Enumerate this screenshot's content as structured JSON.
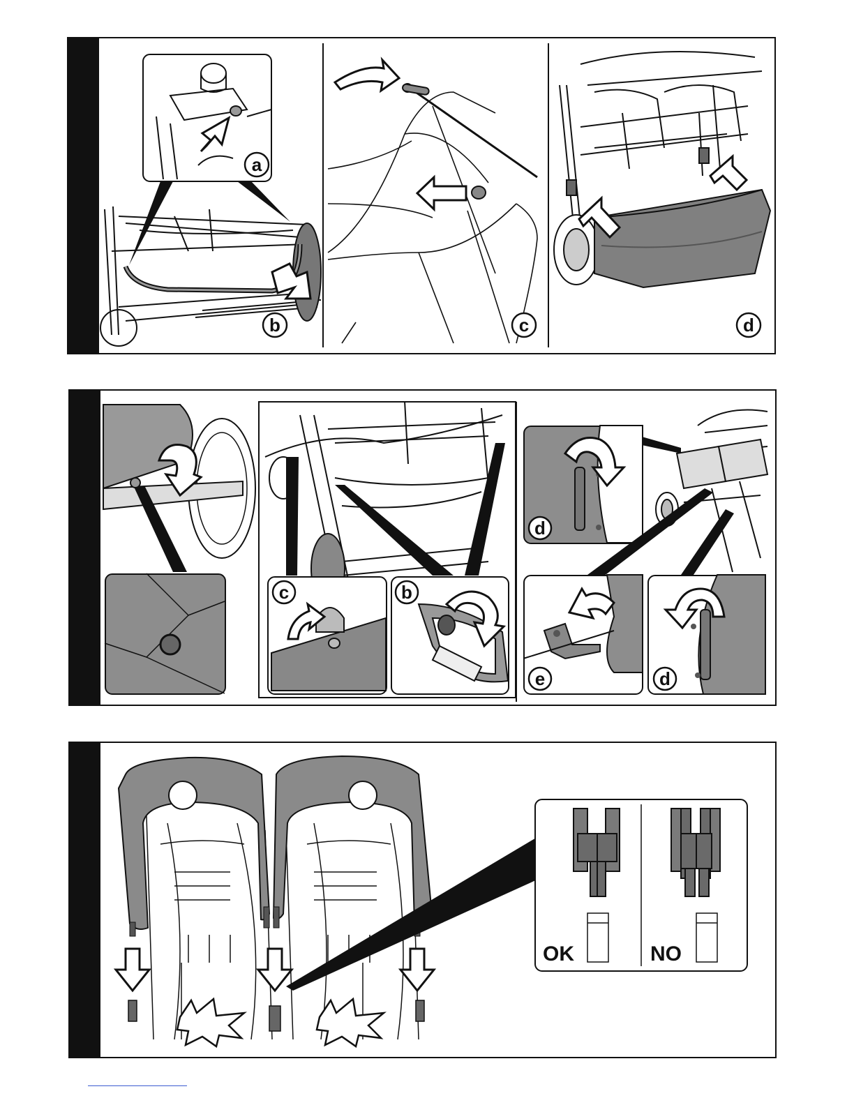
{
  "panels": [
    {
      "step_labels": [
        {
          "id": "a",
          "text": "a"
        },
        {
          "id": "b",
          "text": "b"
        },
        {
          "id": "c",
          "text": "c"
        },
        {
          "id": "d",
          "text": "d"
        }
      ]
    },
    {
      "step_labels": [
        {
          "id": "c",
          "text": "c"
        },
        {
          "id": "b",
          "text": "b"
        },
        {
          "id": "d_top",
          "text": "d"
        },
        {
          "id": "e",
          "text": "e"
        },
        {
          "id": "d_bottom",
          "text": "d"
        }
      ]
    },
    {
      "inset": {
        "ok_label": "OK",
        "no_label": "NO"
      }
    }
  ],
  "colors": {
    "ink": "#111111",
    "fill_gray": "#8a8a8a",
    "light_gray": "#bdbdbd",
    "dark_gray": "#6e6e6e"
  }
}
